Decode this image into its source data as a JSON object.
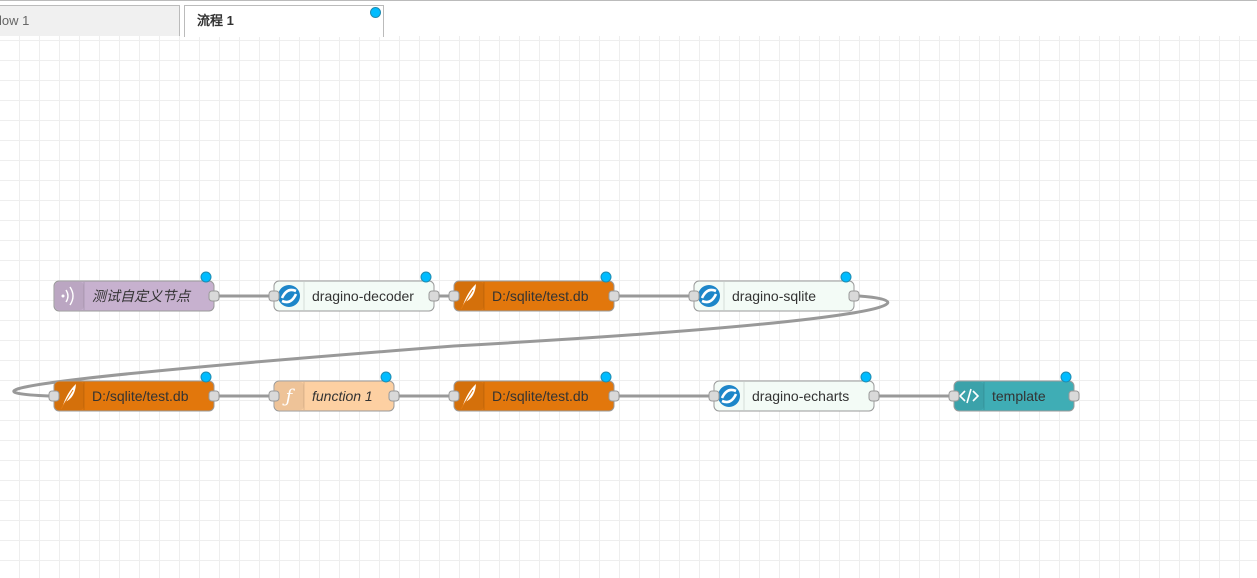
{
  "tabs": [
    {
      "label": "low 1",
      "active": false,
      "changed": false
    },
    {
      "label": "流程 1",
      "active": true,
      "changed": true
    }
  ],
  "colors": {
    "changed_dot": "#00bcff",
    "wire": "#999999",
    "inject": "#c7b1cf",
    "dragino": "#f3fbf6",
    "sqlite": "#e2770c",
    "function": "#fdd0a2",
    "template": "#3fadb5"
  },
  "nodes": [
    {
      "id": "n1",
      "label": "测试自定义节点",
      "type": "inject",
      "icon": "inject-icon",
      "italic": true,
      "changed": true
    },
    {
      "id": "n2",
      "label": "dragino-decoder",
      "type": "dragino",
      "icon": "dragino-icon",
      "italic": false,
      "changed": true
    },
    {
      "id": "n3",
      "label": "D:/sqlite/test.db",
      "type": "sqlite",
      "icon": "feather-icon",
      "italic": false,
      "changed": true
    },
    {
      "id": "n4",
      "label": "dragino-sqlite",
      "type": "dragino",
      "icon": "dragino-icon",
      "italic": false,
      "changed": true
    },
    {
      "id": "n5",
      "label": "D:/sqlite/test.db",
      "type": "sqlite",
      "icon": "feather-icon",
      "italic": false,
      "changed": true
    },
    {
      "id": "n6",
      "label": "function 1",
      "type": "function",
      "icon": "function-icon",
      "italic": true,
      "changed": true
    },
    {
      "id": "n7",
      "label": "D:/sqlite/test.db",
      "type": "sqlite",
      "icon": "feather-icon",
      "italic": false,
      "changed": true
    },
    {
      "id": "n8",
      "label": "dragino-echarts",
      "type": "dragino",
      "icon": "dragino-icon",
      "italic": false,
      "changed": true
    },
    {
      "id": "n9",
      "label": "template",
      "type": "template",
      "icon": "code-icon",
      "italic": false,
      "changed": true
    }
  ],
  "wires": [
    [
      "n1",
      "n2"
    ],
    [
      "n2",
      "n3"
    ],
    [
      "n3",
      "n4"
    ],
    [
      "n4",
      "n5"
    ],
    [
      "n5",
      "n6"
    ],
    [
      "n6",
      "n7"
    ],
    [
      "n7",
      "n8"
    ],
    [
      "n8",
      "n9"
    ]
  ]
}
